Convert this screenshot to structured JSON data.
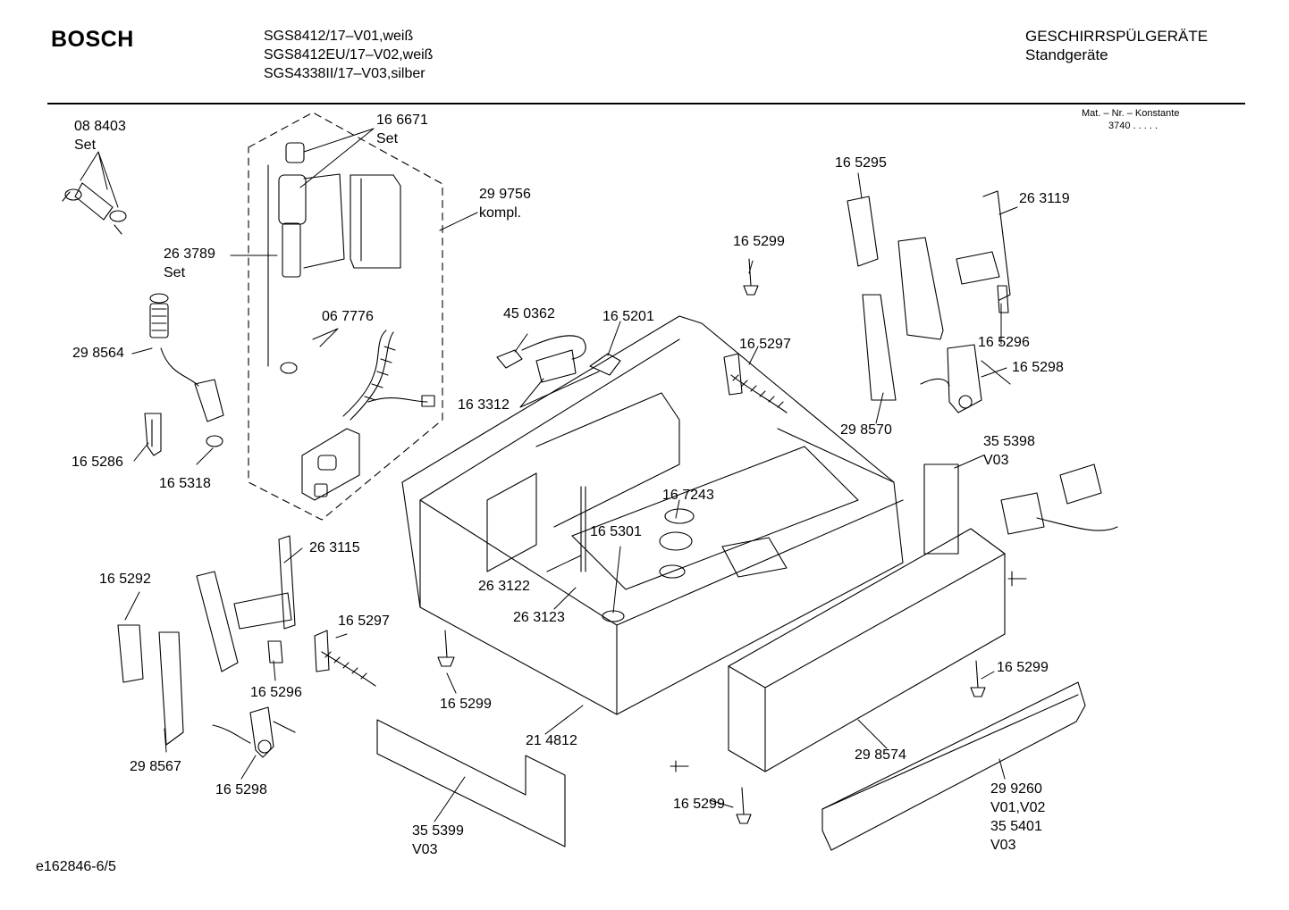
{
  "header": {
    "brand": "BOSCH",
    "models": [
      "SGS8412/17–V01,weiß",
      "SGS8412EU/17–V02,weiß",
      "SGS4338II/17–V03,silber"
    ],
    "category": "GESCHIRRSPÜLGERÄTE",
    "subcategory": "Standgeräte",
    "mat_label": "Mat. – Nr. – Konstante",
    "mat_value": "3740 .   .   .   .   ."
  },
  "footer": {
    "doc_id": "e162846-6/5"
  },
  "parts": [
    {
      "id": "p01",
      "lines": [
        "08 8403",
        "Set"
      ]
    },
    {
      "id": "p02",
      "lines": [
        "16 6671",
        "Set"
      ]
    },
    {
      "id": "p03",
      "lines": [
        "29 9756",
        "kompl."
      ]
    },
    {
      "id": "p04",
      "lines": [
        "26 3789",
        "Set"
      ]
    },
    {
      "id": "p05",
      "lines": [
        "29 8564"
      ]
    },
    {
      "id": "p06",
      "lines": [
        "06 7776"
      ]
    },
    {
      "id": "p07",
      "lines": [
        "16 5286"
      ]
    },
    {
      "id": "p08",
      "lines": [
        "16 5318"
      ]
    },
    {
      "id": "p09",
      "lines": [
        "45 0362"
      ]
    },
    {
      "id": "p10",
      "lines": [
        "16 5201"
      ]
    },
    {
      "id": "p11",
      "lines": [
        "16 3312"
      ]
    },
    {
      "id": "p12",
      "lines": [
        "16 5299"
      ]
    },
    {
      "id": "p13",
      "lines": [
        "16 5295"
      ]
    },
    {
      "id": "p14",
      "lines": [
        "26 3119"
      ]
    },
    {
      "id": "p15",
      "lines": [
        "16 5297"
      ]
    },
    {
      "id": "p16",
      "lines": [
        "16 5296"
      ]
    },
    {
      "id": "p17",
      "lines": [
        "16 5298"
      ]
    },
    {
      "id": "p18",
      "lines": [
        "29 8570"
      ]
    },
    {
      "id": "p19",
      "lines": [
        "35 5398",
        "V03"
      ]
    },
    {
      "id": "p20",
      "lines": [
        "16 7243"
      ]
    },
    {
      "id": "p21",
      "lines": [
        "16 5301"
      ]
    },
    {
      "id": "p22",
      "lines": [
        "26 3115"
      ]
    },
    {
      "id": "p23",
      "lines": [
        "16 5292"
      ]
    },
    {
      "id": "p24",
      "lines": [
        "26 3122"
      ]
    },
    {
      "id": "p25",
      "lines": [
        "26 3123"
      ]
    },
    {
      "id": "p26",
      "lines": [
        "16 5297"
      ]
    },
    {
      "id": "p27",
      "lines": [
        "16 5296"
      ]
    },
    {
      "id": "p28",
      "lines": [
        "16 5299"
      ]
    },
    {
      "id": "p29",
      "lines": [
        "29 8567"
      ]
    },
    {
      "id": "p30",
      "lines": [
        "16 5298"
      ]
    },
    {
      "id": "p31",
      "lines": [
        "21 4812"
      ]
    },
    {
      "id": "p32",
      "lines": [
        "16 5299"
      ]
    },
    {
      "id": "p33",
      "lines": [
        "29 8574"
      ]
    },
    {
      "id": "p34",
      "lines": [
        "35 5399",
        "V03"
      ]
    },
    {
      "id": "p35",
      "lines": [
        "16 5299"
      ]
    },
    {
      "id": "p36",
      "lines": [
        "29 9260",
        "V01,V02",
        "35 5401",
        "V03"
      ]
    }
  ]
}
